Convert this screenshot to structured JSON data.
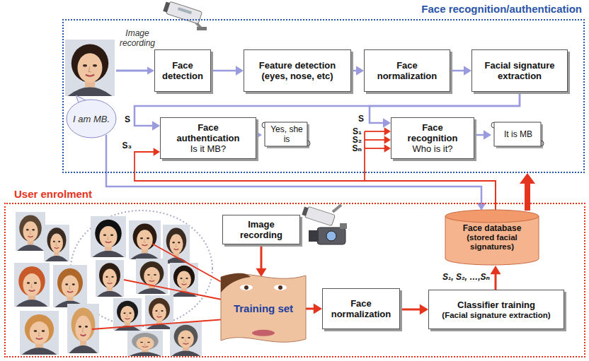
{
  "diagram": {
    "nodes": [
      {
        "text": [
          "Face recognition/authentication"
        ]
      },
      {
        "text": [
          "Face detection"
        ],
        "in": 0
      },
      {
        "text": [
          "Feature detection (eyes, nose, etc)"
        ],
        "in": 0
      },
      {
        "text": [
          "Face normalization"
        ],
        "in": 0
      },
      {
        "text": [
          "Facial signature extraction"
        ],
        "in": 0
      },
      {
        "text": [
          "I am MB."
        ],
        "in": 0
      },
      {
        "text": [
          "Face authentication",
          "Is it MB?"
        ],
        "in": 0
      },
      {
        "text": [
          "Yes, she is"
        ],
        "in": 0
      },
      {
        "text": [
          "Face recognition",
          "Who is it?"
        ],
        "in": 0
      },
      {
        "text": [
          "It is MB"
        ],
        "in": 0
      },
      {
        "text": [
          "User enrolment"
        ]
      },
      {
        "text": [
          "Image recording"
        ],
        "in": 10
      },
      {
        "text": [
          "Training set"
        ],
        "in": 10
      },
      {
        "text": [
          "Face normalization"
        ],
        "in": 10
      },
      {
        "text": [
          "Classifier training",
          "(Facial signature extraction)"
        ],
        "in": 10
      },
      {
        "text": [
          "Face database",
          "(stored facial signatures)"
        ],
        "in": 10
      }
    ],
    "edges": [
      {
        "from": 1,
        "to": 2,
        "arrow": "to"
      },
      {
        "from": 2,
        "to": 3,
        "arrow": "to"
      },
      {
        "from": 3,
        "to": 4,
        "arrow": "to"
      },
      {
        "from": 4,
        "to": 6,
        "arrow": "to"
      },
      {
        "from": 4,
        "to": 8,
        "arrow": "to"
      },
      {
        "from": 6,
        "to": 7,
        "arrow": "to"
      },
      {
        "from": 8,
        "to": 9,
        "arrow": "to"
      },
      {
        "from": 5,
        "to": 15,
        "arrow": "to"
      },
      {
        "from": 15,
        "to": 6,
        "arrow": "to"
      },
      {
        "from": 15,
        "to": 8,
        "arrow": "to"
      },
      {
        "from": 15,
        "to": 0,
        "arrow": "to"
      },
      {
        "from": 11,
        "to": 12,
        "arrow": "to"
      },
      {
        "from": 12,
        "to": 13,
        "arrow": "to"
      },
      {
        "from": 13,
        "to": 14,
        "arrow": "to"
      },
      {
        "from": 14,
        "to": 15,
        "arrow": "to"
      }
    ],
    "labels": [
      "Image recording",
      "S",
      "S₃",
      "S",
      "S₁",
      "S₂",
      "Sₙ",
      "S₁, S₂, …,Sₙ"
    ]
  }
}
